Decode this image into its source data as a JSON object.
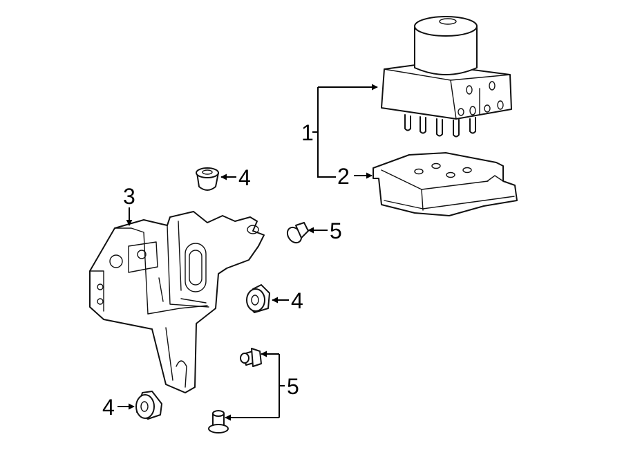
{
  "diagram": {
    "callouts": {
      "c1": "1",
      "c2": "2",
      "c3": "3",
      "c4a": "4",
      "c4b": "4",
      "c4c": "4",
      "c5a": "5",
      "c5b": "5"
    },
    "colors": {
      "line": "#111111",
      "background": "#ffffff"
    }
  }
}
